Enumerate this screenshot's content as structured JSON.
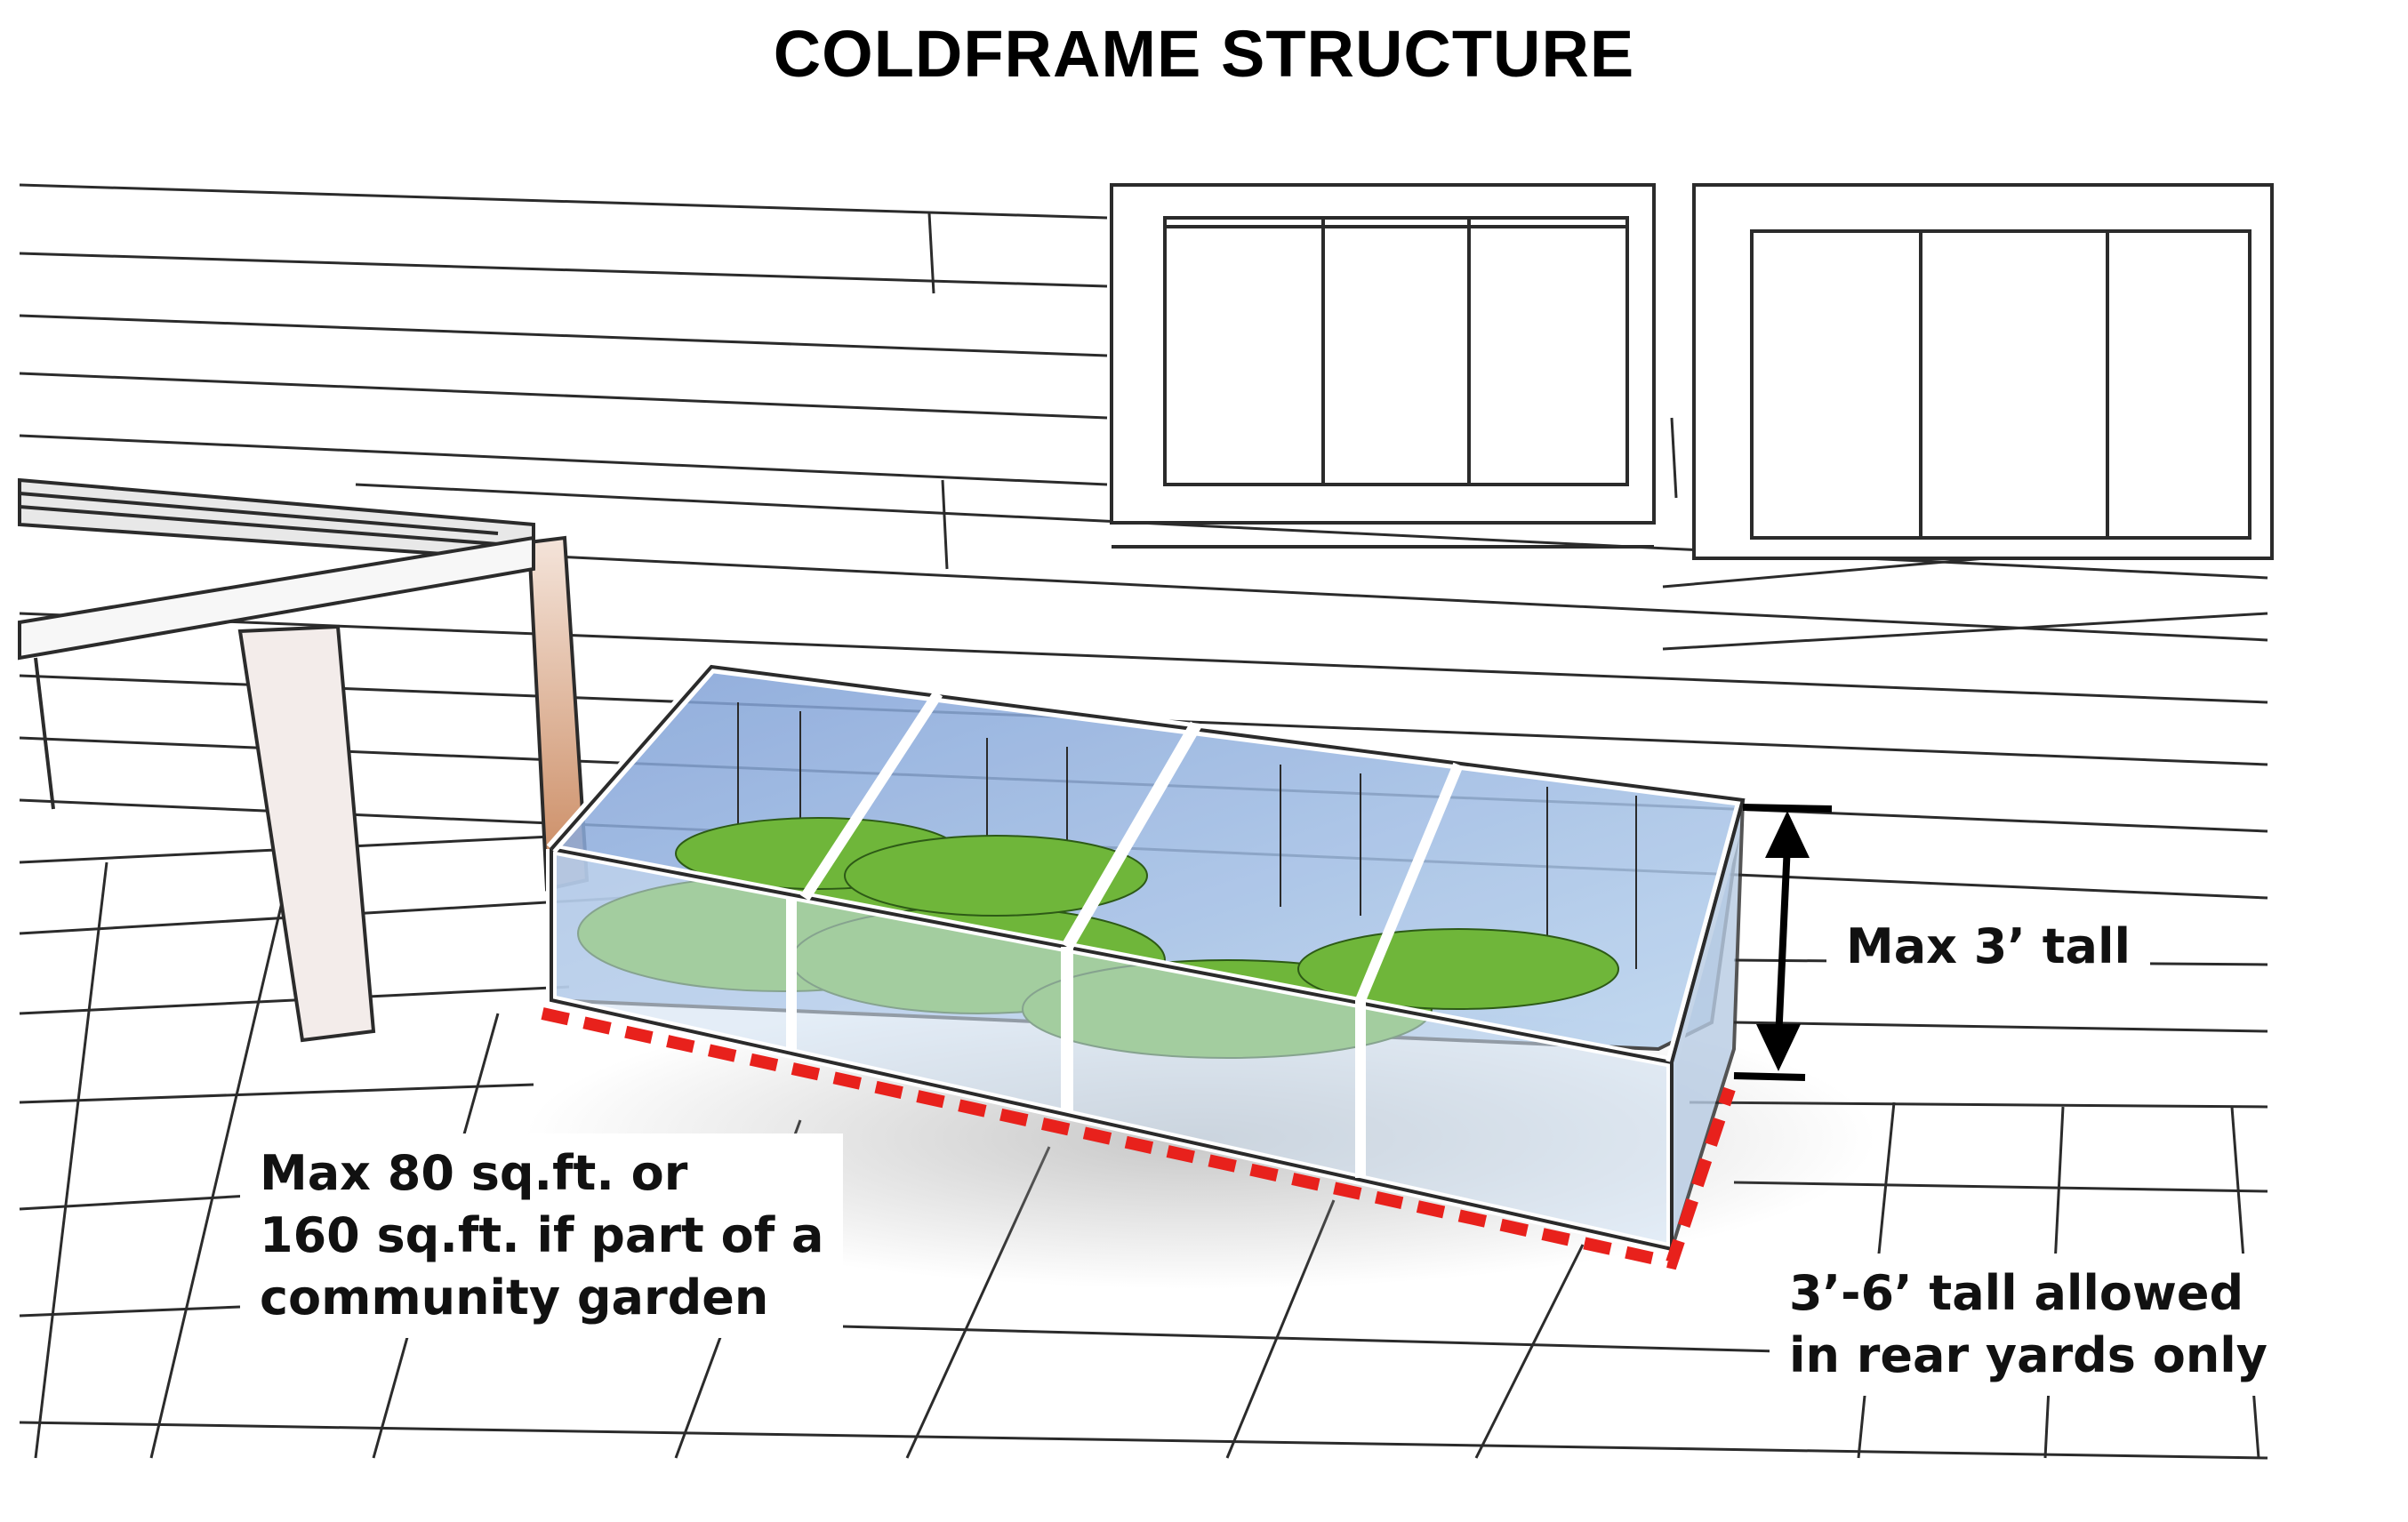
{
  "title": "COLDFRAME STRUCTURE",
  "callouts": {
    "height": [
      "Max 3’ tall"
    ],
    "area": [
      "Max 80 sq.ft. or",
      "160 sq.ft. if part of a",
      "community garden"
    ],
    "rear": [
      "3’-6’ tall allowed",
      "in rear yards only"
    ]
  },
  "colors": {
    "footprint_outline": "#e8211c",
    "glass": "#9fc2e8",
    "plants": "#6fb63a",
    "dimension_arrow": "#000000",
    "wood_post": "#c9875d"
  }
}
